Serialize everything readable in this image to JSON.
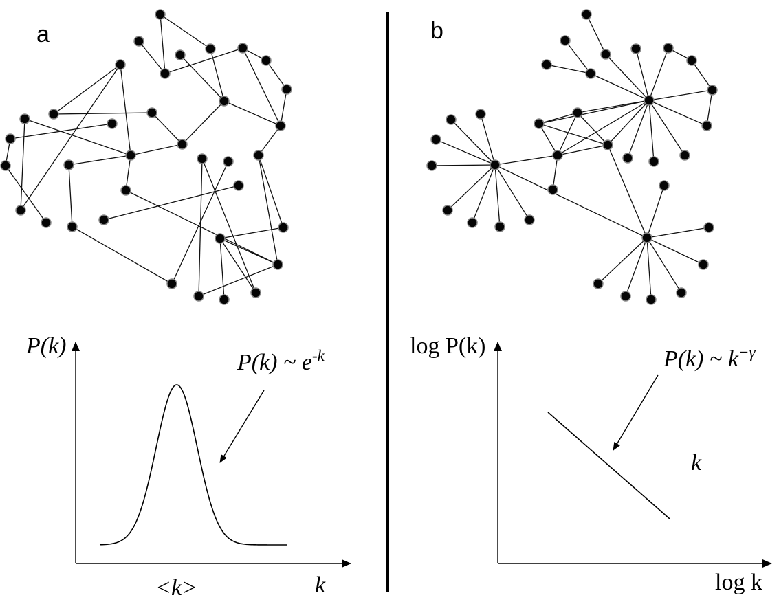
{
  "panels": {
    "a": {
      "letter": "a",
      "y_label": "P(k)",
      "x_label": "k",
      "x_mark_label": "<k>",
      "formula_lhs": "P(k) ~ e",
      "formula_exp": "-k"
    },
    "b": {
      "letter": "b",
      "y_label": "log P(k)",
      "x_label": "log k",
      "loose_label": "k",
      "formula_lhs": "P(k) ~ k",
      "formula_exp": "−γ"
    }
  }
}
